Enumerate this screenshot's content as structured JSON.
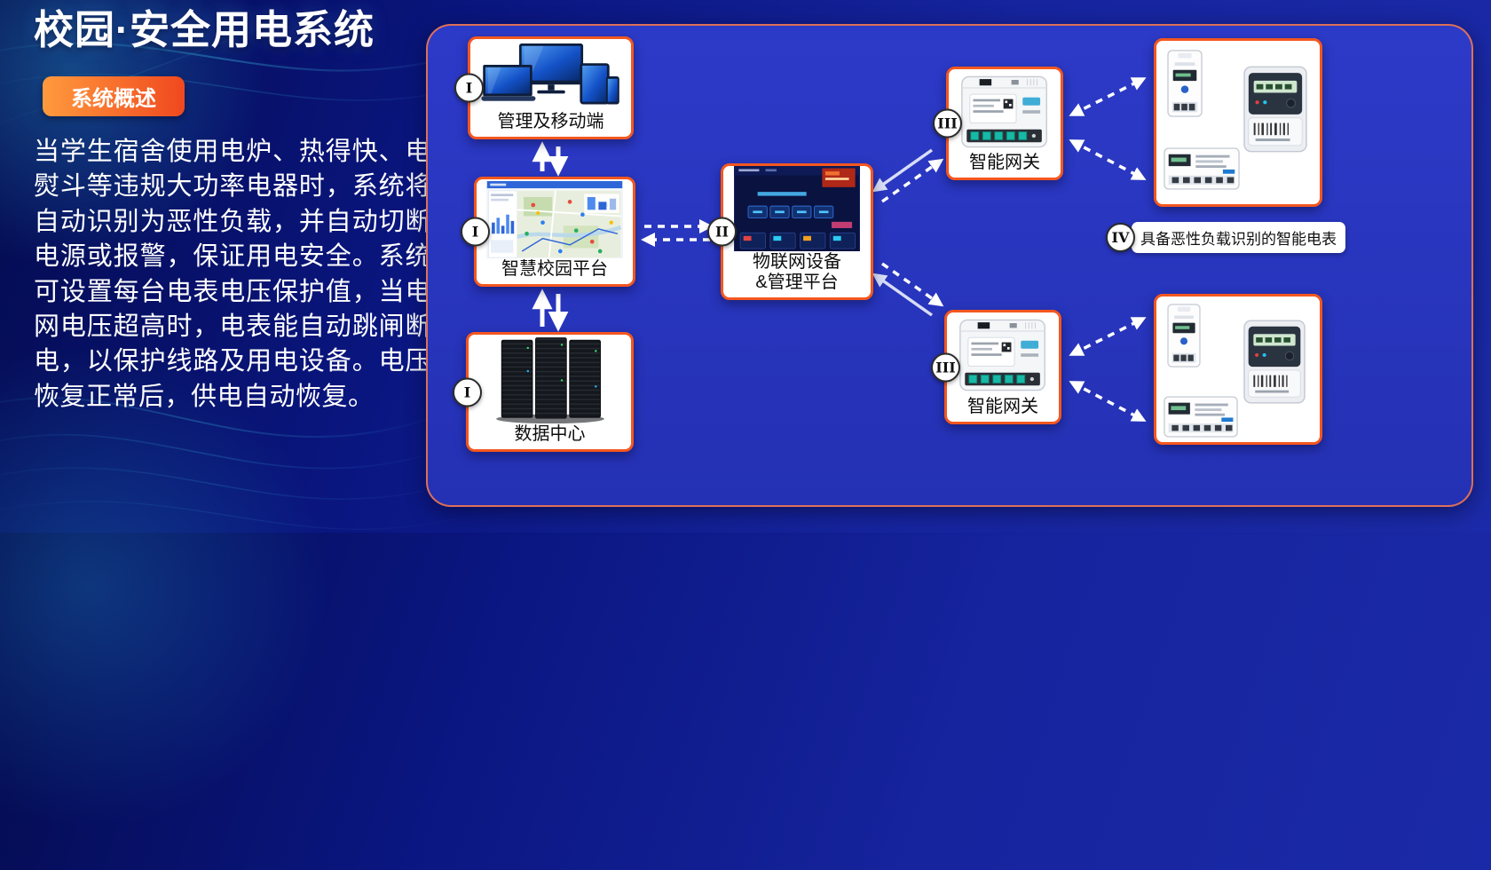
{
  "page": {
    "title": "校园·安全用电系统",
    "overview_badge": "系统概述",
    "description": "当学生宿舍使用电炉、热得快、电熨斗等违规大功率电器时，系统将自动识别为恶性负载，并自动切断电源或报警，保证用电安全。系统可设置每台电表电压保护值，当电网电压超高时，电表能自动跳闸断电，以保护线路及用电设备。电压恢复正常后，供电自动恢复。"
  },
  "colors": {
    "accent_orange": "#f4571f",
    "badge_gradient_start": "#ff9a3d",
    "badge_gradient_end": "#f0481f",
    "panel_blue": "#2c3ac8",
    "background_navy": "#0a1680",
    "wave_cyan": "#46e6ff"
  },
  "nodes": {
    "management": {
      "numeral": "I",
      "label": "管理及移动端"
    },
    "campus_platform": {
      "numeral": "I",
      "label": "智慧校园平台"
    },
    "data_center": {
      "numeral": "I",
      "label": "数据中心"
    },
    "iot_platform": {
      "numeral": "II",
      "label_line1": "物联网设备",
      "label_line2": "&管理平台"
    },
    "gateway_top": {
      "numeral": "III",
      "label": "智能网关"
    },
    "gateway_bottom": {
      "numeral": "III",
      "label": "智能网关"
    },
    "smart_meters": {
      "numeral": "IV",
      "label": "具备恶性负载识别的智能电表"
    }
  }
}
